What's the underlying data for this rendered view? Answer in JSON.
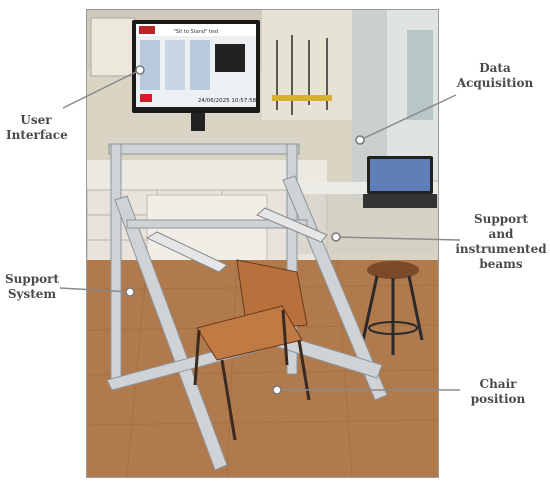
{
  "figure": {
    "monitor_screen": {
      "title": "\"Sit to Stand\" test",
      "timestamp": "24/06/2025 10:57:58"
    }
  },
  "labels": {
    "user_interface": [
      "User",
      "Interface"
    ],
    "data_acquisition": [
      "Data",
      "Acquisition"
    ],
    "support_system": [
      "Support",
      "System"
    ],
    "support_beams": [
      "Support",
      "and",
      "instrumented",
      "beams"
    ],
    "chair_position": [
      "Chair",
      "position"
    ]
  },
  "colors": {
    "label_text": "#4a4a4a",
    "leader_line": "#8a8a8a",
    "floor": "#b07a4c",
    "frame_aluminium": "#cfd3d6",
    "chair_seat": "#b8713c",
    "wall": "#d9d4c4"
  }
}
